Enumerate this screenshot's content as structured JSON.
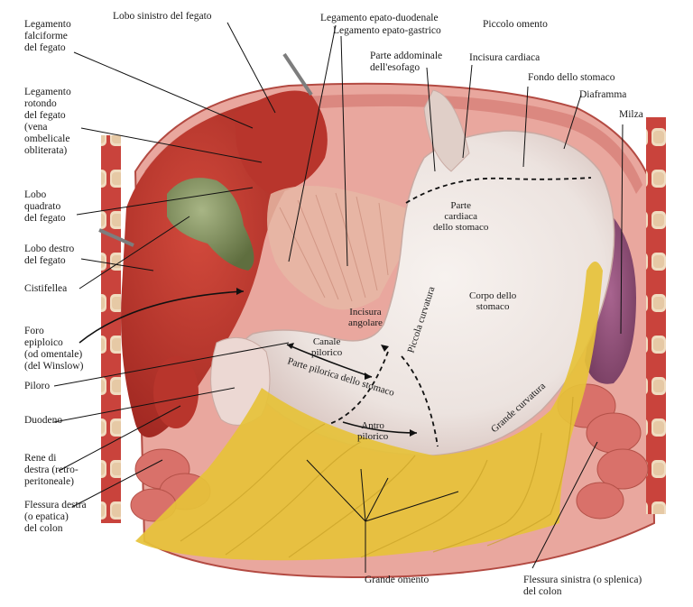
{
  "title": "",
  "labels": {
    "falciform": "Legamento\nfalciforme\ndel fegato",
    "left_lobe": "Lobo sinistro del fegato",
    "hepatoduodenal": "Legamento epato-duodenale",
    "hepatogastric": "Legamento epato-gastrico",
    "lesser_omentum": "Piccolo omento",
    "abdominal_esophagus": "Parte addominale\ndell'esofago",
    "cardiac_notch": "Incisura cardiaca",
    "fundus": "Fondo dello stomaco",
    "diaphragm": "Diaframma",
    "spleen": "Milza",
    "round_ligament": "Legamento\nrotondo\ndel fegato\n(vena\nombelicale\nobliterata)",
    "quadrate_lobe": "Lobo\nquadrato\ndel fegato",
    "right_lobe": "Lobo destro\ndel fegato",
    "gallbladder": "Cistifellea",
    "epiploic_foramen": "Foro\nepiploico\n(od omentale)\n(del Winslow)",
    "pylorus": "Piloro",
    "duodenum": "Duodeno",
    "right_kidney": "Rene di\ndestra (retro-\nperitoneale)",
    "right_flexure": "Flessura destra\n(o epatica)\ndel colon",
    "greater_omentum": "Grande omento",
    "left_flexure": "Flessura sinistra (o splenica)\ndel colon"
  },
  "stomach_labels": {
    "cardia": "Parte\ncardiaca\ndello stomaco",
    "body": "Corpo dello\nstomaco",
    "angular_notch": "Incisura\nangolare",
    "lesser_curvature": "Piccola curvatura",
    "greater_curvature": "Grande curvatura",
    "pyloric_canal": "Canale\npilorico",
    "pyloric_part": "Parte pilorica dello stomaco",
    "pyloric_antrum": "Antro\npilorico"
  },
  "colors": {
    "liver": "#c0392f",
    "liver_dark": "#9e2620",
    "stomach": "#ece3df",
    "omentum": "#e6c23a",
    "gallbladder": "#7e8f5a",
    "spleen": "#8a4a72",
    "rib": "#d24b45",
    "diaphragm": "#d9857c",
    "intestine": "#d9716a"
  }
}
